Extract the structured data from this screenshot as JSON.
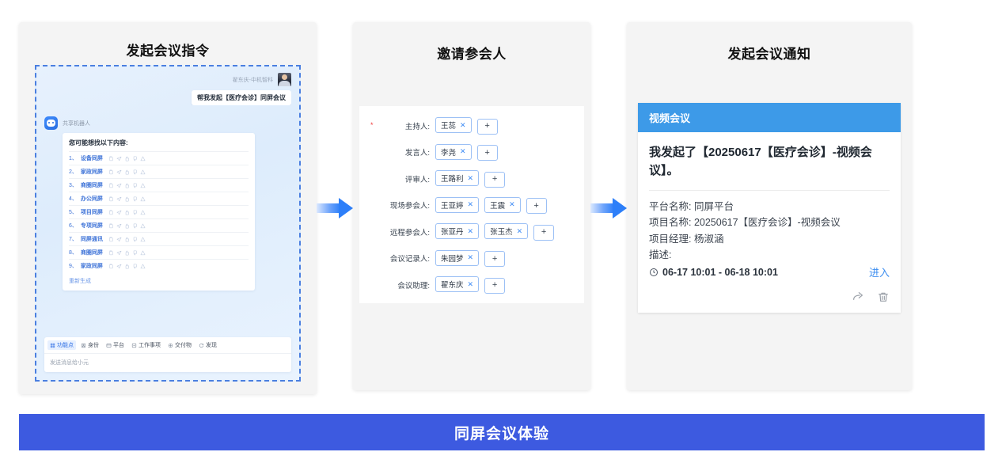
{
  "panels": {
    "p1": {
      "title": "发起会议指令",
      "user_name": "翟东庆-中机智科",
      "user_message": "帮我发起【医疗会诊】同屏会议",
      "bot_name": "共享机器人",
      "bot_card_title": "您可能想找以下内容:",
      "suggestions": [
        {
          "index": "1、",
          "text": "设备同屏"
        },
        {
          "index": "2、",
          "text": "家政同屏"
        },
        {
          "index": "3、",
          "text": "商圈同屏"
        },
        {
          "index": "4、",
          "text": "办公同屏"
        },
        {
          "index": "5、",
          "text": "项目同屏"
        },
        {
          "index": "6、",
          "text": "专项同屏"
        },
        {
          "index": "7、",
          "text": "同屏通讯"
        },
        {
          "index": "8、",
          "text": "商圈同屏"
        },
        {
          "index": "9、",
          "text": "家政同屏"
        }
      ],
      "regenerate": "重新生成",
      "tools": [
        {
          "label": "功能点",
          "icon": "grid-icon",
          "active": true
        },
        {
          "label": "身份",
          "icon": "person-icon",
          "active": false
        },
        {
          "label": "平台",
          "icon": "layers-icon",
          "active": false
        },
        {
          "label": "工作事项",
          "icon": "task-icon",
          "active": false
        },
        {
          "label": "交付物",
          "icon": "package-icon",
          "active": false
        },
        {
          "label": "发现",
          "icon": "refresh-icon",
          "active": false
        }
      ],
      "composer_placeholder": "发送消息给小元"
    },
    "p2": {
      "title": "邀请参会人",
      "add_label": "+",
      "fields": [
        {
          "label": "主持人:",
          "required": true,
          "tags": [
            "王蕊"
          ]
        },
        {
          "label": "发言人:",
          "required": false,
          "tags": [
            "李尧"
          ]
        },
        {
          "label": "评审人:",
          "required": false,
          "tags": [
            "王路利"
          ]
        },
        {
          "label": "现场参会人:",
          "required": false,
          "tags": [
            "王亚婷",
            "王震"
          ]
        },
        {
          "label": "远程参会人:",
          "required": false,
          "tags": [
            "张亚丹",
            "张玉杰"
          ]
        },
        {
          "label": "会议记录人:",
          "required": false,
          "tags": [
            "朱园梦"
          ]
        },
        {
          "label": "会议助理:",
          "required": false,
          "tags": [
            "翟东庆"
          ]
        }
      ]
    },
    "p3": {
      "title": "发起会议通知",
      "card_header": "视频会议",
      "main_text": "我发起了【20250617【医疗会诊】-视频会议】。",
      "meta": [
        "平台名称: 同屏平台",
        "项目名称: 20250617【医疗会诊】-视频会议",
        "项目经理: 杨淑涵",
        "描述:"
      ],
      "time_range": "06-17 10:01 - 06-18 10:01",
      "enter_label": "进入"
    }
  },
  "banner": {
    "text": "同屏会议体验"
  },
  "colors": {
    "banner_bg": "#3d5ae0",
    "card_header_bg": "#3d9ae8",
    "accent_blue": "#2d7ff9",
    "tag_border": "#9cc0f5",
    "required_red": "#f04040",
    "panel_bg": "#f4f4f4",
    "chat_bg": "#e3f0fd"
  }
}
